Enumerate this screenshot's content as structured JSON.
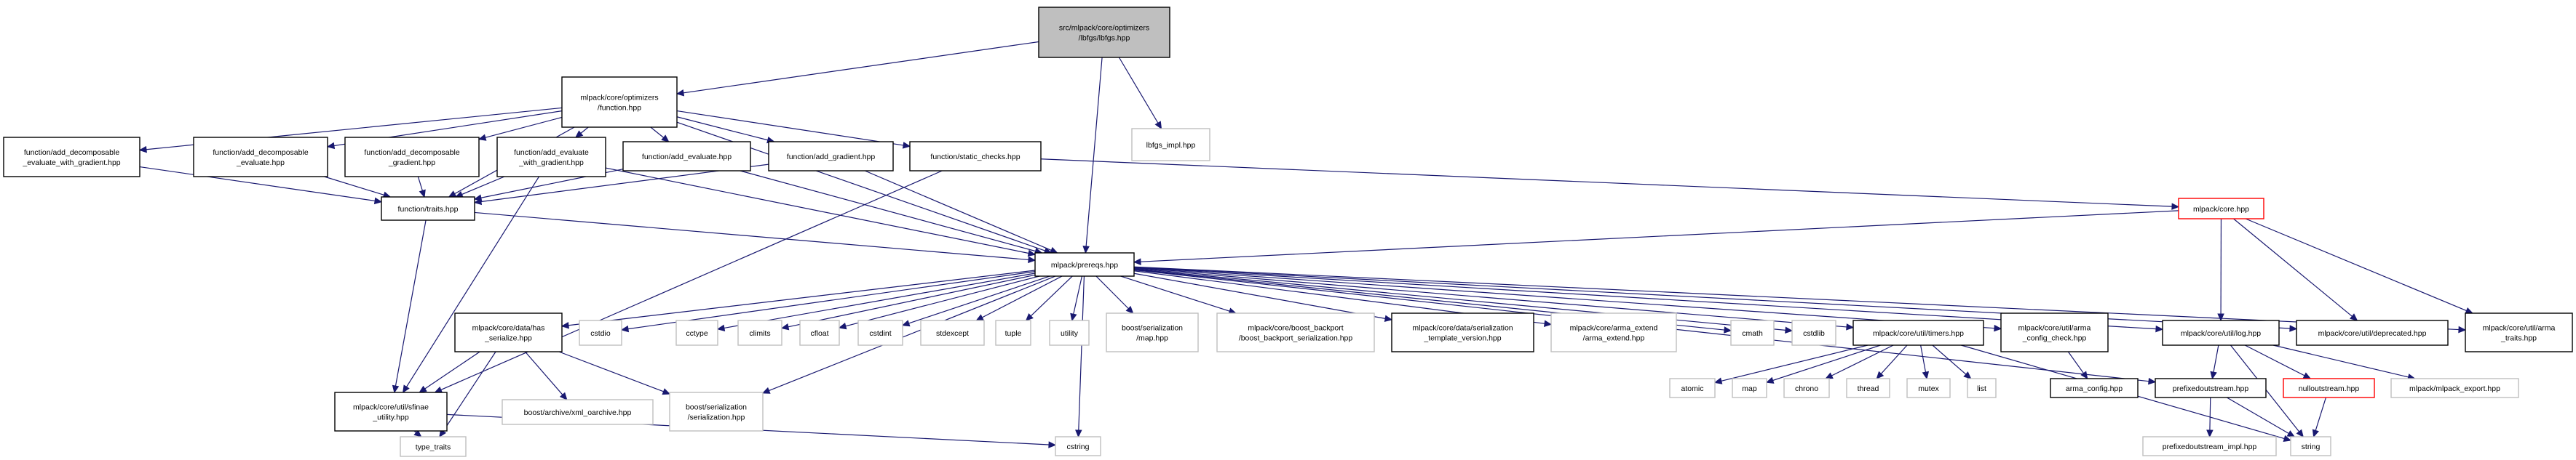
{
  "title": "Include dependency graph for lbfgs.hpp",
  "colors": {
    "edge": "#191970",
    "documented_border": "#000000",
    "external_border": "#bfbfbf",
    "missing_border": "#ff0000",
    "root_fill": "#bfbfbf"
  },
  "nodes": {
    "lbfgs": [
      "src/mlpack/core/optimizers",
      "/lbfgs/lbfgs.hpp"
    ],
    "lbfgs_impl": [
      "lbfgs_impl.hpp"
    ],
    "function": [
      "mlpack/core/optimizers",
      "/function.hpp"
    ],
    "add_dec_eval_grad": [
      "function/add_decomposable",
      "_evaluate_with_gradient.hpp"
    ],
    "add_dec_eval": [
      "function/add_decomposable",
      "_evaluate.hpp"
    ],
    "add_dec_grad": [
      "function/add_decomposable",
      "_gradient.hpp"
    ],
    "add_eval_grad": [
      "function/add_evaluate",
      "_with_gradient.hpp"
    ],
    "add_eval": [
      "function/add_evaluate.hpp"
    ],
    "add_grad": [
      "function/add_gradient.hpp"
    ],
    "static_checks": [
      "function/static_checks.hpp"
    ],
    "traits": [
      "function/traits.hpp"
    ],
    "core": [
      "mlpack/core.hpp"
    ],
    "prereqs": [
      "mlpack/prereqs.hpp"
    ],
    "has_serialize": [
      "mlpack/core/data/has",
      "_serialize.hpp"
    ],
    "cstdio": [
      "cstdio"
    ],
    "cctype": [
      "cctype"
    ],
    "climits": [
      "climits"
    ],
    "cfloat": [
      "cfloat"
    ],
    "cstdint": [
      "cstdint"
    ],
    "stdexcept": [
      "stdexcept"
    ],
    "tuple": [
      "tuple"
    ],
    "utility": [
      "utility"
    ],
    "boost_map": [
      "boost/serialization",
      "/map.hpp"
    ],
    "backport": [
      "mlpack/core/boost_backport",
      "/boost_backport_serialization.hpp"
    ],
    "ser_tmpl": [
      "mlpack/core/data/serialization",
      "_template_version.hpp"
    ],
    "arma_extend": [
      "mlpack/core/arma_extend",
      "/arma_extend.hpp"
    ],
    "cmath": [
      "cmath"
    ],
    "cstdlib": [
      "cstdlib"
    ],
    "timers": [
      "mlpack/core/util/timers.hpp"
    ],
    "arma_cfg_check": [
      "mlpack/core/util/arma",
      "_config_check.hpp"
    ],
    "log": [
      "mlpack/core/util/log.hpp"
    ],
    "deprecated": [
      "mlpack/core/util/deprecated.hpp"
    ],
    "arma_traits": [
      "mlpack/core/util/arma",
      "_traits.hpp"
    ],
    "sfinae": [
      "mlpack/core/util/sfinae",
      "_utility.hpp"
    ],
    "xml_oarchive": [
      "boost/archive/xml_oarchive.hpp"
    ],
    "boost_ser": [
      "boost/serialization",
      "/serialization.hpp"
    ],
    "type_traits": [
      "type_traits"
    ],
    "cstring": [
      "cstring"
    ],
    "atomic": [
      "atomic"
    ],
    "map": [
      "map"
    ],
    "chrono": [
      "chrono"
    ],
    "thread": [
      "thread"
    ],
    "mutex": [
      "mutex"
    ],
    "list": [
      "list"
    ],
    "arma_config": [
      "arma_config.hpp"
    ],
    "prefixed": [
      "prefixedoutstream.hpp"
    ],
    "nullout": [
      "nulloutstream.hpp"
    ],
    "mlpack_export": [
      "mlpack/mlpack_export.hpp"
    ],
    "prefixed_impl": [
      "prefixedoutstream_impl.hpp"
    ],
    "string": [
      "string"
    ]
  },
  "edges": [
    [
      "lbfgs",
      "function"
    ],
    [
      "lbfgs",
      "lbfgs_impl"
    ],
    [
      "lbfgs",
      "prereqs"
    ],
    [
      "function",
      "add_dec_eval_grad"
    ],
    [
      "function",
      "add_dec_eval"
    ],
    [
      "function",
      "add_dec_grad"
    ],
    [
      "function",
      "add_eval_grad"
    ],
    [
      "function",
      "add_eval"
    ],
    [
      "function",
      "add_grad"
    ],
    [
      "function",
      "static_checks"
    ],
    [
      "function",
      "traits"
    ],
    [
      "function",
      "prereqs"
    ],
    [
      "add_dec_eval_grad",
      "traits"
    ],
    [
      "add_dec_eval",
      "traits"
    ],
    [
      "add_dec_grad",
      "traits"
    ],
    [
      "add_eval_grad",
      "traits"
    ],
    [
      "add_eval_grad",
      "sfinae"
    ],
    [
      "add_eval_grad",
      "prereqs"
    ],
    [
      "add_eval",
      "traits"
    ],
    [
      "add_eval",
      "prereqs"
    ],
    [
      "add_grad",
      "traits"
    ],
    [
      "add_grad",
      "prereqs"
    ],
    [
      "static_checks",
      "core"
    ],
    [
      "static_checks",
      "sfinae"
    ],
    [
      "traits",
      "prereqs"
    ],
    [
      "traits",
      "sfinae"
    ],
    [
      "core",
      "prereqs"
    ],
    [
      "core",
      "log"
    ],
    [
      "core",
      "deprecated"
    ],
    [
      "core",
      "arma_traits"
    ],
    [
      "prereqs",
      "has_serialize"
    ],
    [
      "prereqs",
      "cstdio"
    ],
    [
      "prereqs",
      "cctype"
    ],
    [
      "prereqs",
      "climits"
    ],
    [
      "prereqs",
      "cfloat"
    ],
    [
      "prereqs",
      "cstdint"
    ],
    [
      "prereqs",
      "stdexcept"
    ],
    [
      "prereqs",
      "tuple"
    ],
    [
      "prereqs",
      "utility"
    ],
    [
      "prereqs",
      "boost_map"
    ],
    [
      "prereqs",
      "backport"
    ],
    [
      "prereqs",
      "ser_tmpl"
    ],
    [
      "prereqs",
      "arma_extend"
    ],
    [
      "prereqs",
      "cmath"
    ],
    [
      "prereqs",
      "cstdlib"
    ],
    [
      "prereqs",
      "timers"
    ],
    [
      "prereqs",
      "arma_cfg_check"
    ],
    [
      "prereqs",
      "log"
    ],
    [
      "prereqs",
      "deprecated"
    ],
    [
      "prereqs",
      "arma_traits"
    ],
    [
      "prereqs",
      "boost_ser"
    ],
    [
      "prereqs",
      "cstring"
    ],
    [
      "prereqs",
      "prefixed"
    ],
    [
      "has_serialize",
      "sfinae"
    ],
    [
      "has_serialize",
      "xml_oarchive"
    ],
    [
      "has_serialize",
      "boost_ser"
    ],
    [
      "has_serialize",
      "type_traits"
    ],
    [
      "sfinae",
      "type_traits"
    ],
    [
      "sfinae",
      "cstring"
    ],
    [
      "timers",
      "atomic"
    ],
    [
      "timers",
      "map"
    ],
    [
      "timers",
      "chrono"
    ],
    [
      "timers",
      "thread"
    ],
    [
      "timers",
      "mutex"
    ],
    [
      "timers",
      "list"
    ],
    [
      "timers",
      "string"
    ],
    [
      "arma_cfg_check",
      "arma_config"
    ],
    [
      "log",
      "prefixed"
    ],
    [
      "log",
      "nullout"
    ],
    [
      "log",
      "mlpack_export"
    ],
    [
      "log",
      "string"
    ],
    [
      "prefixed",
      "prefixed_impl"
    ],
    [
      "prefixed",
      "string"
    ],
    [
      "nullout",
      "string"
    ]
  ]
}
